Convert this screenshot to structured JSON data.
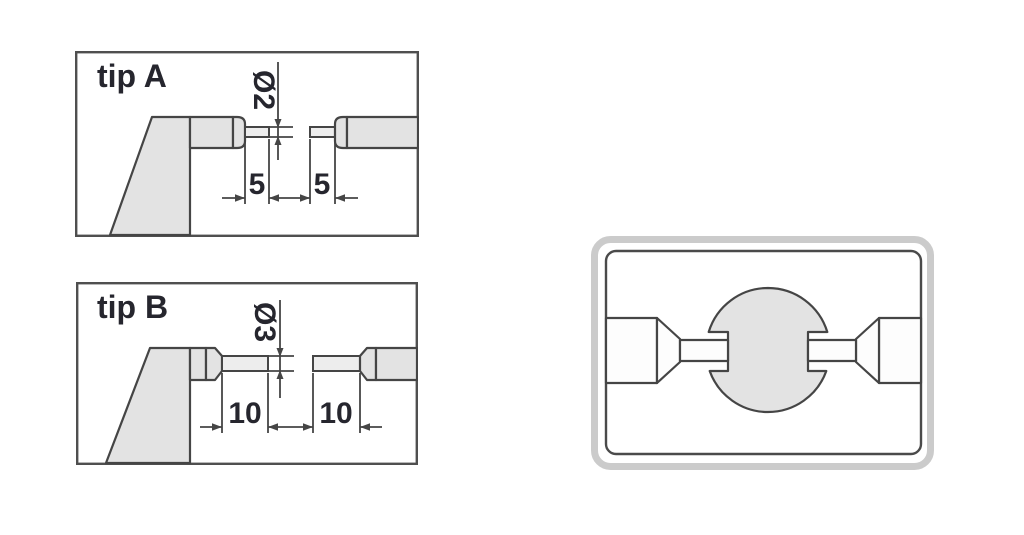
{
  "colors": {
    "line": "#454545",
    "panel_border": "#4f4f4f",
    "fill_gray": "#e3e3e3",
    "fill_tip": "#ededed",
    "frame_gray": "#cbcbcb",
    "text": "#26262e",
    "bg": "#ffffff"
  },
  "tip_a": {
    "title": "tip A",
    "diameter": "Ø2",
    "left_tip_length": "5",
    "right_tip_length": "5"
  },
  "tip_b": {
    "title": "tip B",
    "diameter": "Ø3",
    "left_tip_length": "10",
    "right_tip_length": "10"
  }
}
